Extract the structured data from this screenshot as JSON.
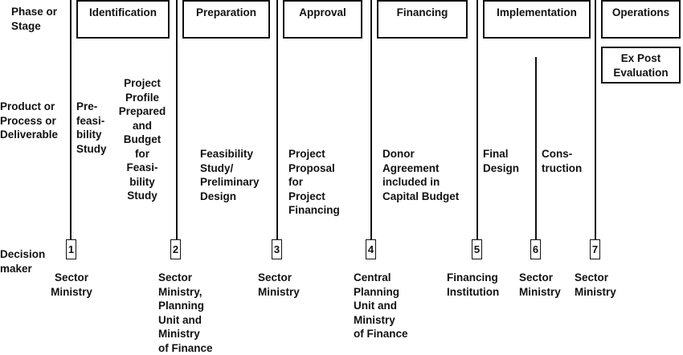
{
  "row_labels": {
    "phase": "Phase or\nStage",
    "product": "Product or\nProcess or\nDeliverable",
    "decision": "Decision\nmaker"
  },
  "stages": [
    "Identification",
    "Preparation",
    "Approval",
    "Financing",
    "Implementation",
    "Operations"
  ],
  "ex_post": "Ex Post\nEvaluation",
  "deliverables": [
    "Pre-\nfeasi-\nbility\nStudy",
    "Project\nProfile\nPrepared\nand\nBudget\nfor\nFeasi-\nbility\nStudy",
    "Feasibility\nStudy/\nPreliminary\nDesign",
    "Project\nProposal\nfor\nProject\nFinancing",
    "Donor\nAgreement\nincluded in\nCapital Budget",
    "Final\nDesign",
    "Cons-\ntruction"
  ],
  "decision_points": [
    "1",
    "2",
    "3",
    "4",
    "5",
    "6",
    "7"
  ],
  "decision_makers": [
    "Sector\nMinistry",
    "Sector\nMinistry,\nPlanning\nUnit and\nMinistry\nof Finance",
    "Sector\nMinistry",
    "Central\nPlanning\nUnit and\nMinistry\nof Finance",
    "Financing\nInstitution",
    "Sector\nMinistry",
    "Sector\nMinistry"
  ]
}
